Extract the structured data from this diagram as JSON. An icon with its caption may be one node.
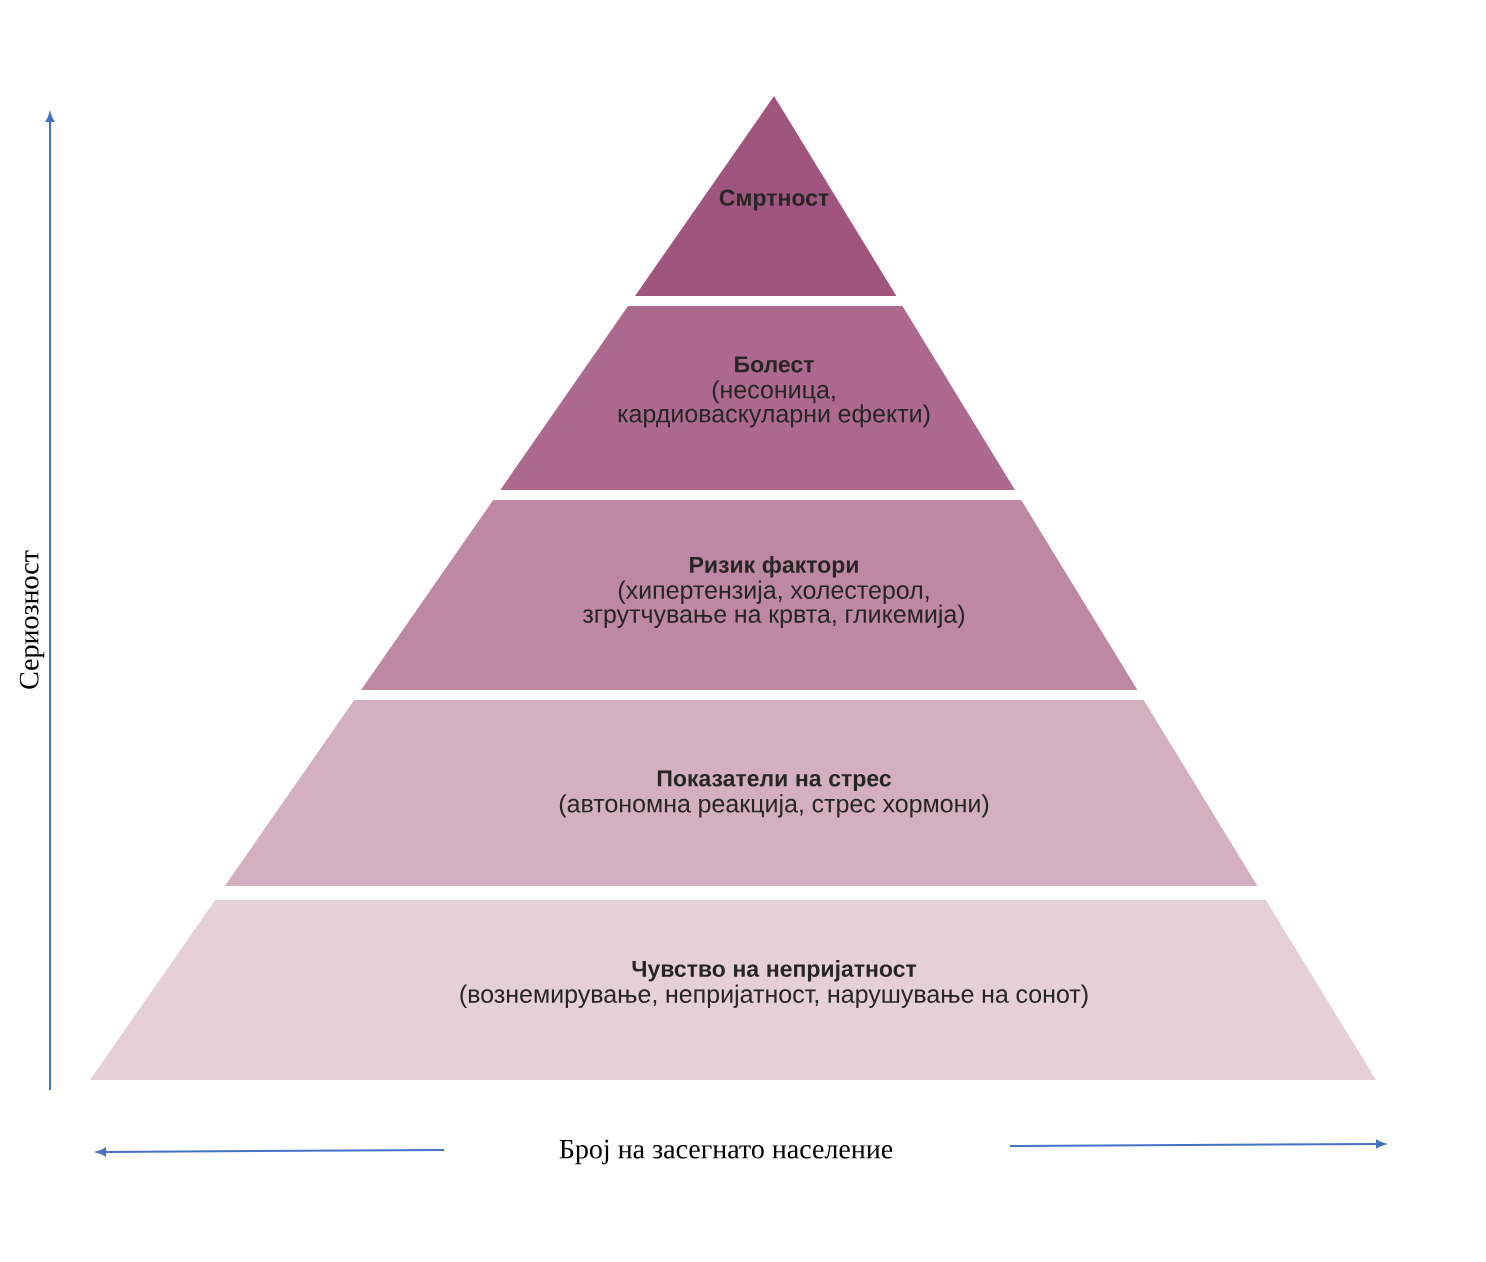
{
  "diagram": {
    "nodes": [
      {
        "text": [
          "Смртност"
        ]
      },
      {
        "text": [
          "Болест",
          "(несоница, кардиоваскуларни ефекти)"
        ]
      },
      {
        "text": [
          "Ризик фактори",
          "(хипертензија, холестерол, згрутчување на крвта, гликемија)"
        ]
      },
      {
        "text": [
          "Показатели на стрес",
          "(автономна реакција, стрес хормони)"
        ]
      },
      {
        "text": [
          "Чувство на непријатност",
          "(вознемирување, непријатност, нарушување на сонот)"
        ]
      }
    ],
    "edges": [],
    "labels": [
      "Сериозност",
      "Број на засегнато население"
    ]
  }
}
